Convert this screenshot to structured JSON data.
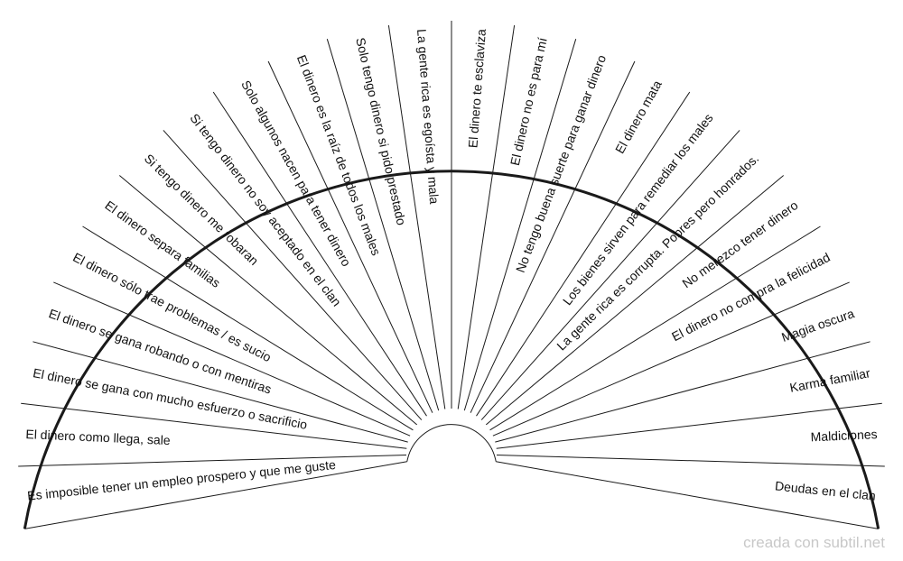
{
  "colors": {
    "background": "#ffffff",
    "line": "#1a1a1a",
    "text": "#111111",
    "credit": "#c8c8c8"
  },
  "credit": "creada con subtil.net",
  "segments": [
    {
      "label": "Es imposible tener un empleo prospero y que me guste"
    },
    {
      "label": "El dinero como llega, sale"
    },
    {
      "label": "El dinero se gana con mucho esfuerzo o sacrificio"
    },
    {
      "label": "El dinero se gana robando o con mentiras"
    },
    {
      "label": "El dinero sólo trae problemas / es sucio"
    },
    {
      "label": "El dinero separa familias"
    },
    {
      "label": "Si tengo dinero me robaran"
    },
    {
      "label": "Si tengo dinero no soy aceptado en el clan"
    },
    {
      "label": "Solo algunos nacen para tener dinero"
    },
    {
      "label": "El dinero es la raíz de todos los males"
    },
    {
      "label": "Solo tengo dinero si pido prestado"
    },
    {
      "label": "La gente rica es egoísta y mala"
    },
    {
      "label": "El dinero te esclaviza"
    },
    {
      "label": "El dinero no es para mí"
    },
    {
      "label": "No tengo buena suerte para ganar dinero"
    },
    {
      "label": "El dinero mata"
    },
    {
      "label": "Los bienes sirven para remediar los males"
    },
    {
      "label": "La gente rica es corrupta. Pobres pero honrados."
    },
    {
      "label": "No merezco tener dinero"
    },
    {
      "label": "El dinero no compra la felicidad"
    },
    {
      "label": "Magia oscura"
    },
    {
      "label": "Karma familiar"
    },
    {
      "label": "Maldiciones"
    },
    {
      "label": "Deudas en el clan"
    }
  ]
}
